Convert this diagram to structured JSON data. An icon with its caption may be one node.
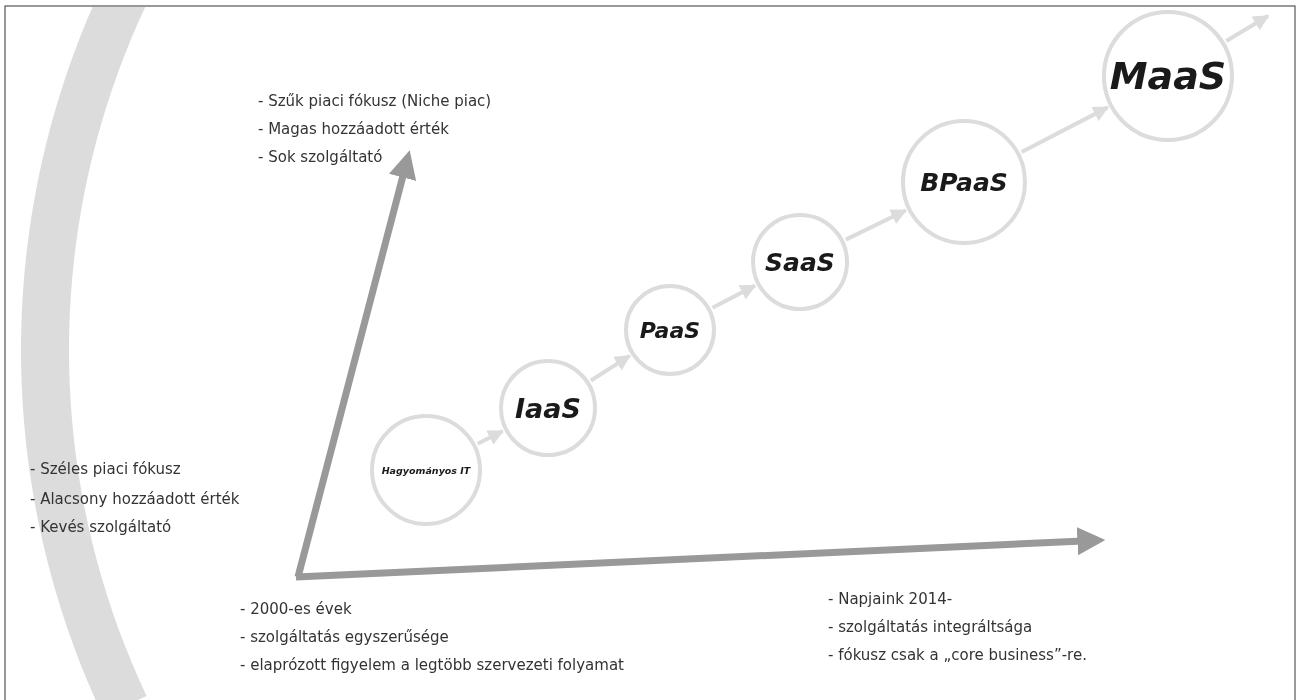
{
  "diagram": {
    "nodes": [
      {
        "text": [
          "Hagyományos IT"
        ]
      },
      {
        "text": [
          "IaaS"
        ]
      },
      {
        "text": [
          "PaaS"
        ]
      },
      {
        "text": [
          "SaaS"
        ]
      },
      {
        "text": [
          "BPaaS"
        ]
      },
      {
        "text": [
          "MaaS"
        ]
      }
    ],
    "edges": [
      {
        "from": 0,
        "to": 1,
        "arrow": "to"
      },
      {
        "from": 1,
        "to": 2,
        "arrow": "to"
      },
      {
        "from": 2,
        "to": 3,
        "arrow": "to"
      },
      {
        "from": 3,
        "to": 4,
        "arrow": "to"
      },
      {
        "from": 4,
        "to": 5,
        "arrow": "to"
      },
      {
        "from": 5,
        "to": null,
        "arrow": "to"
      }
    ],
    "labels": [
      "- Szűk piaci fókusz (Niche piac)",
      "- Magas hozzáadott érték",
      "- Sok szolgáltató",
      "- Széles piaci fókusz",
      "- Alacsony hozzáadott érték",
      "- Kevés szolgáltató",
      "- 2000-es évek",
      "- szolgáltatás egyszerűsége",
      "- elaprózott figyelem a legtöbb szervezeti folyamat",
      "- Napjaink 2014-",
      "- szolgáltatás integráltsága",
      "- fókusz csak a „core business”-re."
    ]
  }
}
